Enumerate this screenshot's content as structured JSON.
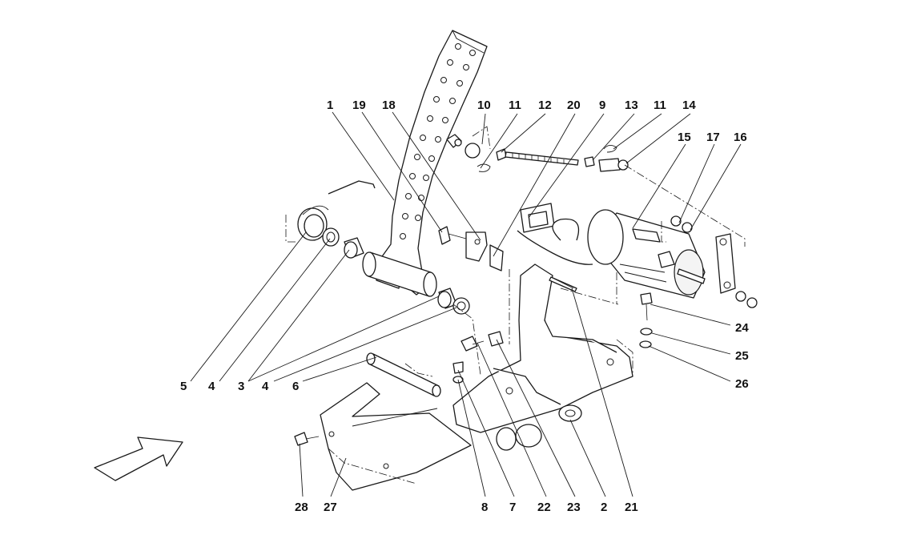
{
  "callouts": {
    "c1": "1",
    "c19": "19",
    "c18": "18",
    "c10": "10",
    "c11a": "11",
    "c12": "12",
    "c20": "20",
    "c9": "9",
    "c13": "13",
    "c11b": "11",
    "c14": "14",
    "c15": "15",
    "c17": "17",
    "c16": "16",
    "c24": "24",
    "c25": "25",
    "c26": "26",
    "c5": "5",
    "c4a": "4",
    "c3": "3",
    "c4b": "4",
    "c6": "6",
    "c28": "28",
    "c27": "27",
    "c8": "8",
    "c7": "7",
    "c22": "22",
    "c23": "23",
    "c2": "2",
    "c21": "21"
  }
}
